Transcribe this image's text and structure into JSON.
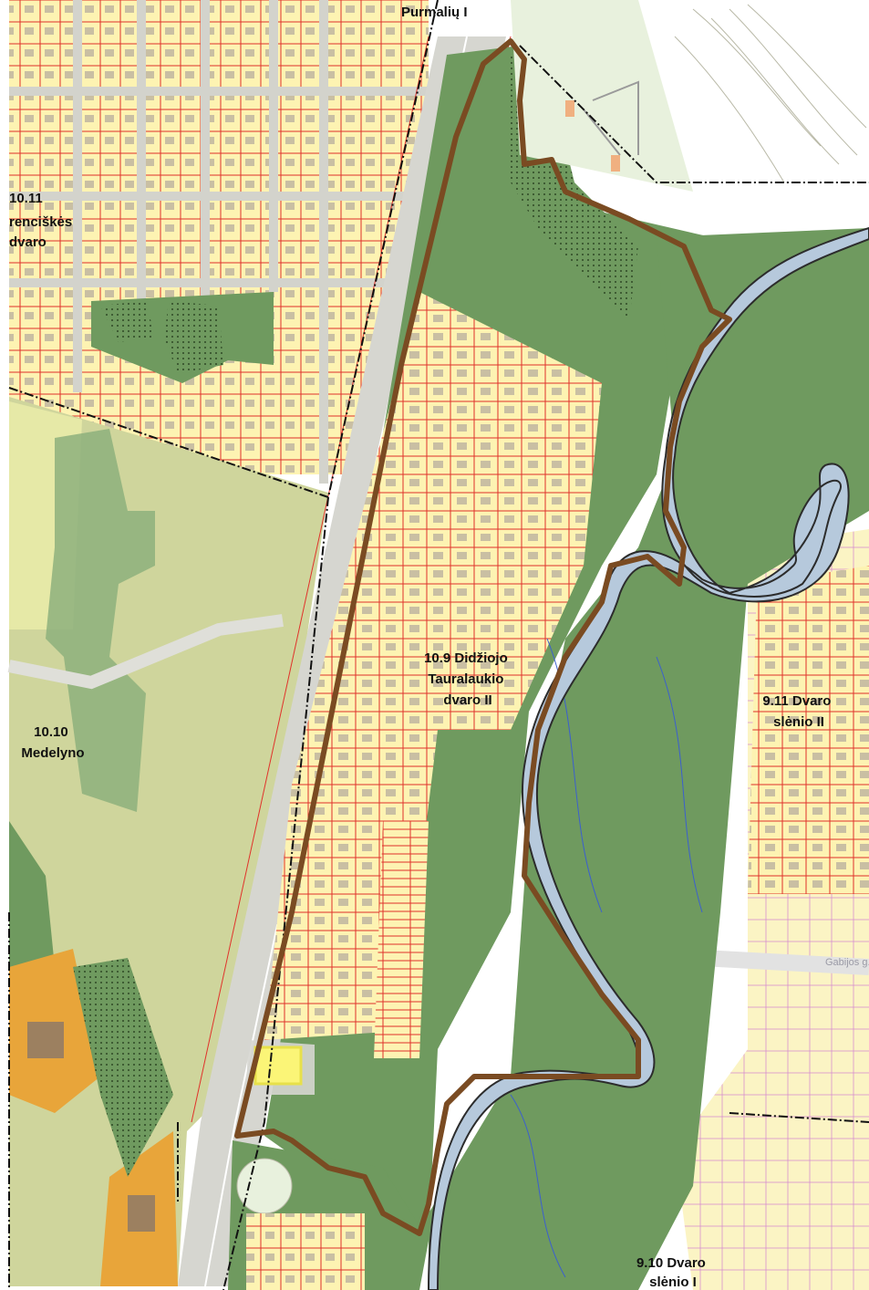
{
  "map": {
    "zone_labels": [
      {
        "id": "zone-10-11",
        "lines": [
          "10.11",
          "renciškės",
          "dvaro"
        ]
      },
      {
        "id": "zone-10-10",
        "lines": [
          "10.10",
          "Medelyno"
        ]
      },
      {
        "id": "zone-10-9",
        "lines": [
          "10.9 Didžiojo",
          "Tauralaukio",
          "dvaro II"
        ]
      },
      {
        "id": "zone-9-11",
        "lines": [
          "9.11 Dvaro",
          "slėnio II"
        ]
      },
      {
        "id": "zone-9-10",
        "lines": [
          "9.10 Dvaro",
          "slėnio I"
        ]
      },
      {
        "id": "zone-top",
        "lines": [
          "Purmalių I"
        ]
      }
    ],
    "street_label": "Gabijos g.",
    "colors": {
      "residential_plot": "#fdf3b2",
      "plot_border": "#e0322b",
      "forest": "#6f9a5f",
      "meadow": "#cfd59c",
      "water": "#b6c9dc",
      "road": "#d3d3cc",
      "boundary": "#7a4b22",
      "industrial": "#e8a53a"
    }
  }
}
